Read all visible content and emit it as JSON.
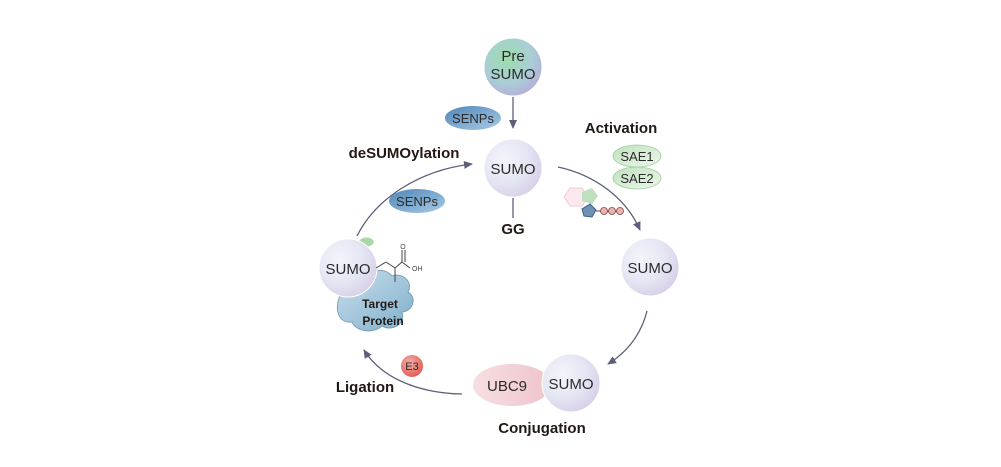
{
  "nodes": {
    "pre_sumo_line1": "Pre",
    "pre_sumo_line2": "SUMO",
    "sumo_top": "SUMO",
    "gg": "GG",
    "sumo_right": "SUMO",
    "sumo_bottom": "SUMO",
    "ubc9": "UBC9",
    "sumo_left": "SUMO",
    "target_line1": "Target",
    "target_line2": "Protein",
    "oh": "OH"
  },
  "enzymes": {
    "senps_top": "SENPs",
    "senps_left": "SENPs",
    "sae1": "SAE1",
    "sae2": "SAE2",
    "e3": "E3"
  },
  "stages": {
    "activation": "Activation",
    "desumoylation": "deSUMOylation",
    "conjugation": "Conjugation",
    "ligation": "Ligation"
  },
  "colors": {
    "arrow": "#5d5f7a",
    "senps": "#6f9cc4",
    "sae": "#cfe6cc",
    "e3": "#e5645c",
    "ubc9": "#f2d0d5",
    "protein": "#9cc3d8"
  }
}
